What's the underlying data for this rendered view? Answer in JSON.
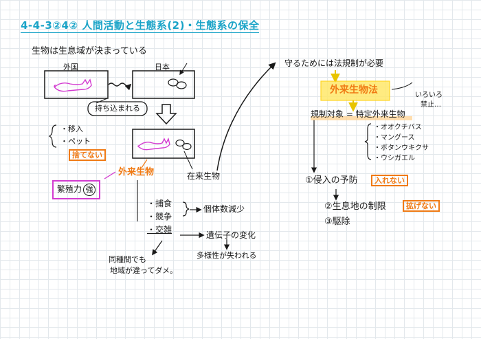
{
  "title": "4-4-3②4② 人間活動と生態系(2)・生態系の保全",
  "left": {
    "heading": "生物は生息域が決まっている",
    "box_foreign": "外国",
    "box_japan": "日本",
    "brought_in": "持ち込まれる",
    "causes": [
      "・移入",
      "・ペット"
    ],
    "do_not_release": "捨てない",
    "invasive_label": "外来生物",
    "fecundity": "繁殖力",
    "fecundity_mark": "強",
    "native_label": "在来生物",
    "effects": [
      "・捕食",
      "・競争",
      "・交雑"
    ],
    "population_decrease": "個体数減少",
    "gene_change": "遺伝子の変化",
    "diversity_lost": "多様性が失われる",
    "same_species_note_1": "同種間でも",
    "same_species_note_2": "地域が違ってダメ。"
  },
  "right": {
    "protect_heading": "守るためには法規制が必要",
    "law_name": "外来生物法",
    "various_prohibited_1": "いろいろ",
    "various_prohibited_2": "禁止…",
    "regulated_target": "規制対象 = 特定外来生物",
    "species": [
      "・オオクチバス",
      "・マングース",
      "・ボタンウキクサ",
      "・ウシガエル"
    ],
    "step1": "①侵入の予防",
    "step1_tag": "入れない",
    "step2": "②生息地の制限",
    "step2_tag": "拡げない",
    "step3": "③駆除"
  },
  "colors": {
    "title": "#19a3c7",
    "orange": "#f07a14",
    "magenta": "#d33bd0",
    "yellow": "#ffe86a",
    "ink": "#1a1a1a"
  }
}
